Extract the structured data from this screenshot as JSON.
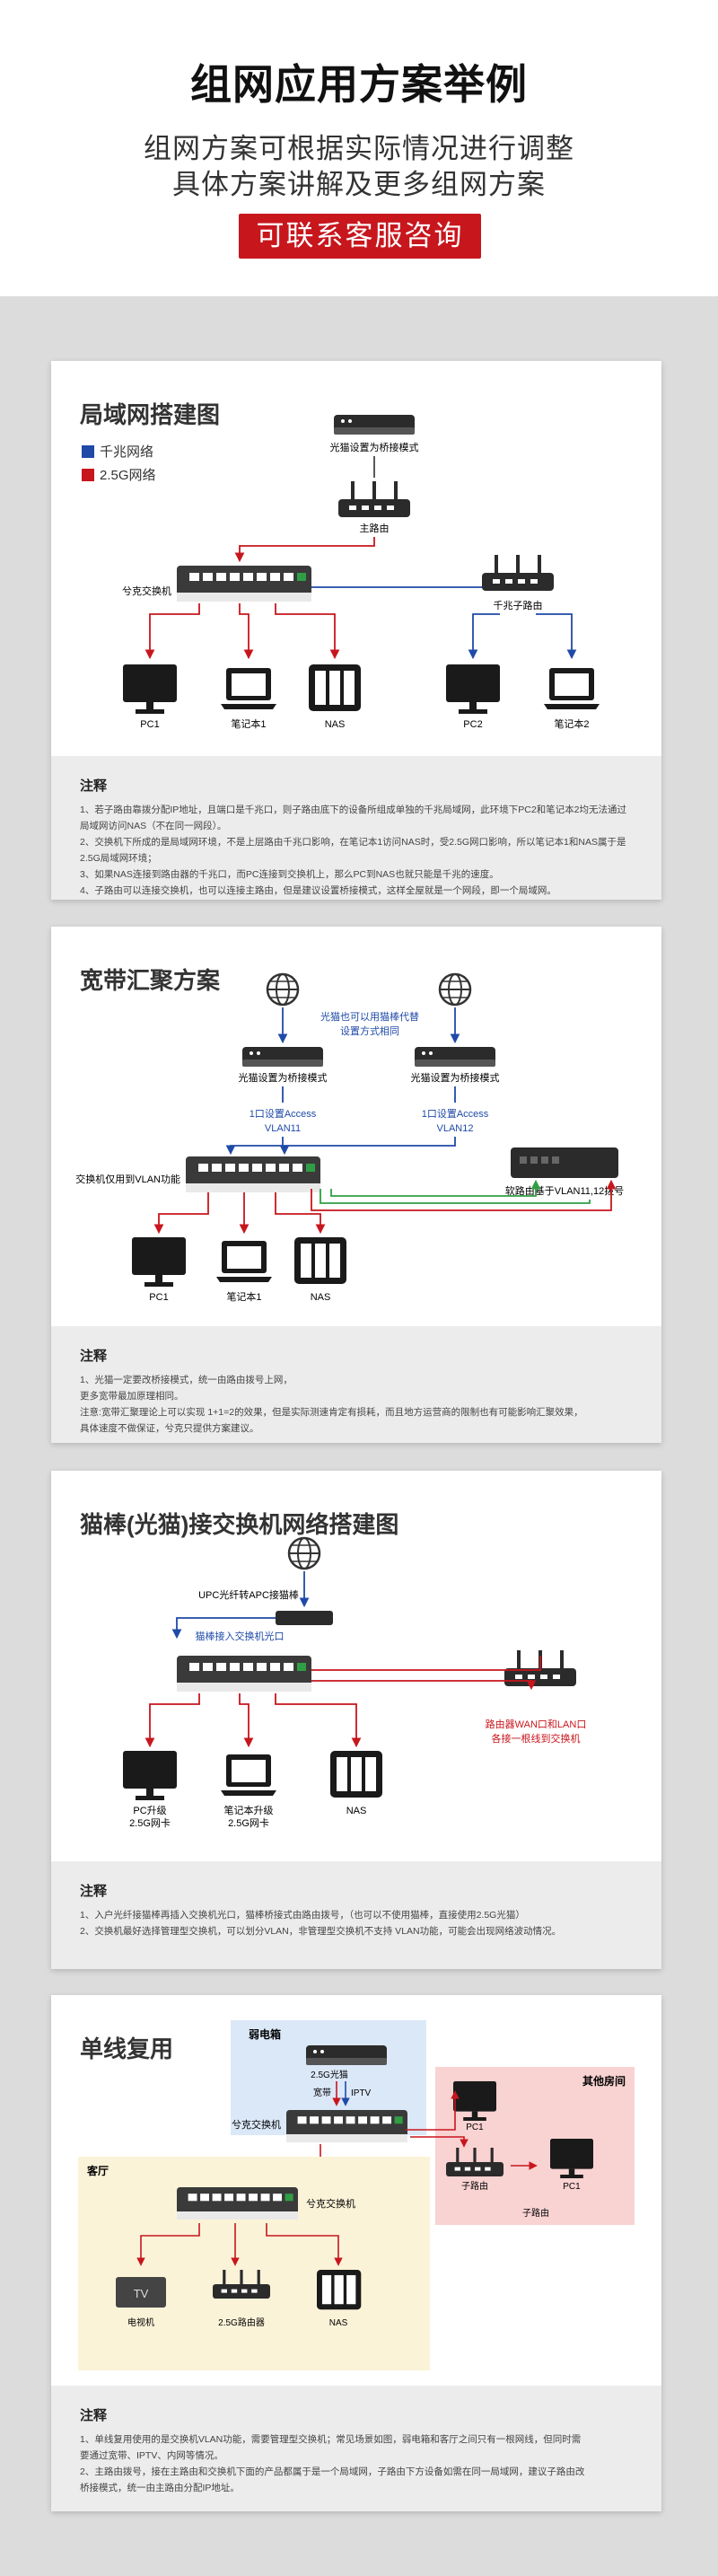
{
  "header": {
    "title": "组网应用方案举例",
    "subtitle1": "组网方案可根据实际情况进行调整",
    "subtitle2": "具体方案讲解及更多组网方案",
    "contact_button": "可联系客服咨询"
  },
  "colors": {
    "accent": "#c8161d",
    "gigabit": "#1f4aa8",
    "g25": "#c8161d",
    "green": "#2f9e44"
  },
  "s1": {
    "title": "局域网搭建图",
    "legend_gigabit": "千兆网络",
    "legend_25g": "2.5G网络",
    "modem": "光猫设置为桥接模式",
    "main_router": "主路由",
    "switch": "兮克交换机",
    "sub_router": "千兆子路由",
    "pc1": "PC1",
    "laptop1": "笔记本1",
    "nas": "NAS",
    "pc2": "PC2",
    "laptop2": "笔记本2",
    "notes_title": "注释",
    "notes": [
      "1、若子路由靠拨分配IP地址，且端口是千兆口，则子路由底下的设备所组成单独的千兆局域网，此环境下PC2和笔记本2均无法通过局域网访问NAS（不在同一网段）。",
      "2、交换机下所成的是局域网环境，不是上层路由千兆口影响，在笔记本1访问NAS时，受2.5G网口影响，所以笔记本1和NAS属于是2.5G局域网环境；",
      "3、如果NAS连接到路由器的千兆口，而PC连接到交换机上，那么PC到NAS也就只能是千兆的速度。",
      "4、子路由可以连接交换机，也可以连接主路由，但是建议设置桥接模式，这样全屋就是一个网段，即一个局域网。"
    ]
  },
  "s2": {
    "title": "宽带汇聚方案",
    "note_blue1": "光猫也可以用猫棒代替",
    "note_blue2": "设置方式相同",
    "modem1": "光猫设置为桥接模式",
    "modem2": "光猫设置为桥接模式",
    "vlan1a": "1口设置Access",
    "vlan1b": "VLAN11",
    "vlan2a": "1口设置Access",
    "vlan2b": "VLAN12",
    "switch": "交换机仅用到VLAN功能",
    "soft_router": "软路由基于VLAN11,12拨号",
    "pc1": "PC1",
    "laptop1": "笔记本1",
    "nas": "NAS",
    "notes_title": "注释",
    "notes": [
      "1、光猫一定要改桥接模式，统一由路由拨号上网，",
      "    更多宽带最加原理相同。",
      "注意:宽带汇聚理论上可以实现 1+1=2的效果，但是实际测速肯定有损耗，而且地方运营商的限制也有可能影响汇聚效果，",
      "具体速度不做保证，兮克只提供方案建议。"
    ]
  },
  "s3": {
    "title": "猫棒(光猫)接交换机网络搭建图",
    "onu": "UPC光纤转APC接猫棒",
    "stick": "猫棒接入交换机光口",
    "router_note1": "路由器WAN口和LAN口",
    "router_note2": "各接一根线到交换机",
    "pc_a": "PC升级",
    "pc_b": "2.5G网卡",
    "laptop_a": "笔记本升级",
    "laptop_b": "2.5G网卡",
    "nas": "NAS",
    "notes_title": "注释",
    "notes": [
      "1、入户光纤接猫棒再插入交换机光口，猫棒桥接式由路由拨号，（也可以不使用猫棒，直接使用2.5G光猫）",
      "2、交换机最好选择管理型交换机，可以划分VLAN，非管理型交换机不支持 VLAN功能，可能会出现网络波动情况。"
    ]
  },
  "s4": {
    "title": "单线复用",
    "weak_box": "弱电箱",
    "modem": "2.5G光猫",
    "broadband": "宽带",
    "iptv": "IPTV",
    "switch_top": "兮克交换机",
    "other_room": "其他房间",
    "pc1": "PC1",
    "sub_router": "子路由",
    "pc1b": "PC1",
    "sub_router_caption": "子路由",
    "living": "客厅",
    "switch_bottom": "兮克交换机",
    "tv": "电视机",
    "router25": "2.5G路由器",
    "nas": "NAS",
    "tv_glyph": "TV",
    "notes_title": "注释",
    "notes": [
      "1、单线复用使用的是交换机VLAN功能，需要管理型交换机；常见场景如图，弱电箱和客厅之间只有一根网线，但同时需",
      "要通过宽带、IPTV、内网等情况。",
      "2、主路由拨号，接在主路由和交换机下面的产品都属于是一个局域网，子路由下方设备如需在同一局域网，建议子路由改",
      "桥接模式，统一由主路由分配IP地址。"
    ]
  }
}
